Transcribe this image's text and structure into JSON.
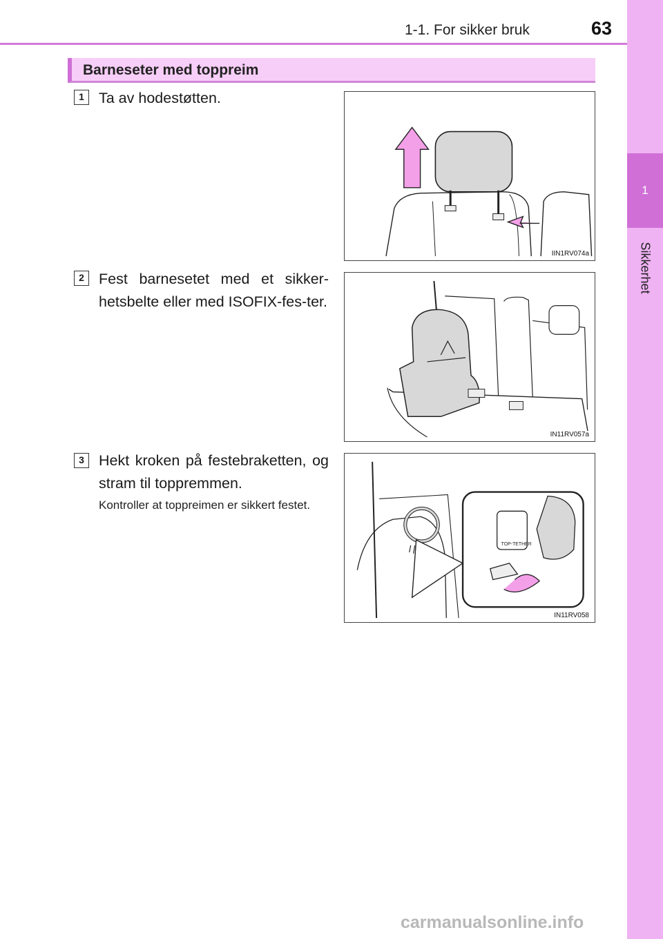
{
  "header": {
    "section": "1-1. For sikker bruk",
    "page_number": "63"
  },
  "side_tab": {
    "chapter_number": "1",
    "chapter_title": "Sikkerhet"
  },
  "section_title": "Barneseter med toppreim",
  "steps": [
    {
      "number": "1",
      "text": "Ta av hodestøtten.",
      "figure_code": "IIN1RV074a"
    },
    {
      "number": "2",
      "text": "Fest barnesetet med et sikker-hetsbelte eller med ISOFIX-fes-ter.",
      "figure_code": "IN11RV057a"
    },
    {
      "number": "3",
      "text": "Hekt kroken på festebraketten, og stram til toppremmen.",
      "note": "Kontroller at toppreimen er sikkert festet.",
      "figure_code": "IN11RV058",
      "figure_label": "TOP-TETHER"
    }
  ],
  "watermark": "carmanualsonline.info",
  "colors": {
    "accent": "#d27ad8",
    "tab_light": "#efb2f2",
    "tab_dark": "#d070d7",
    "section_bar": "#f7cef7",
    "arrow_pink": "#f4a0e8"
  }
}
